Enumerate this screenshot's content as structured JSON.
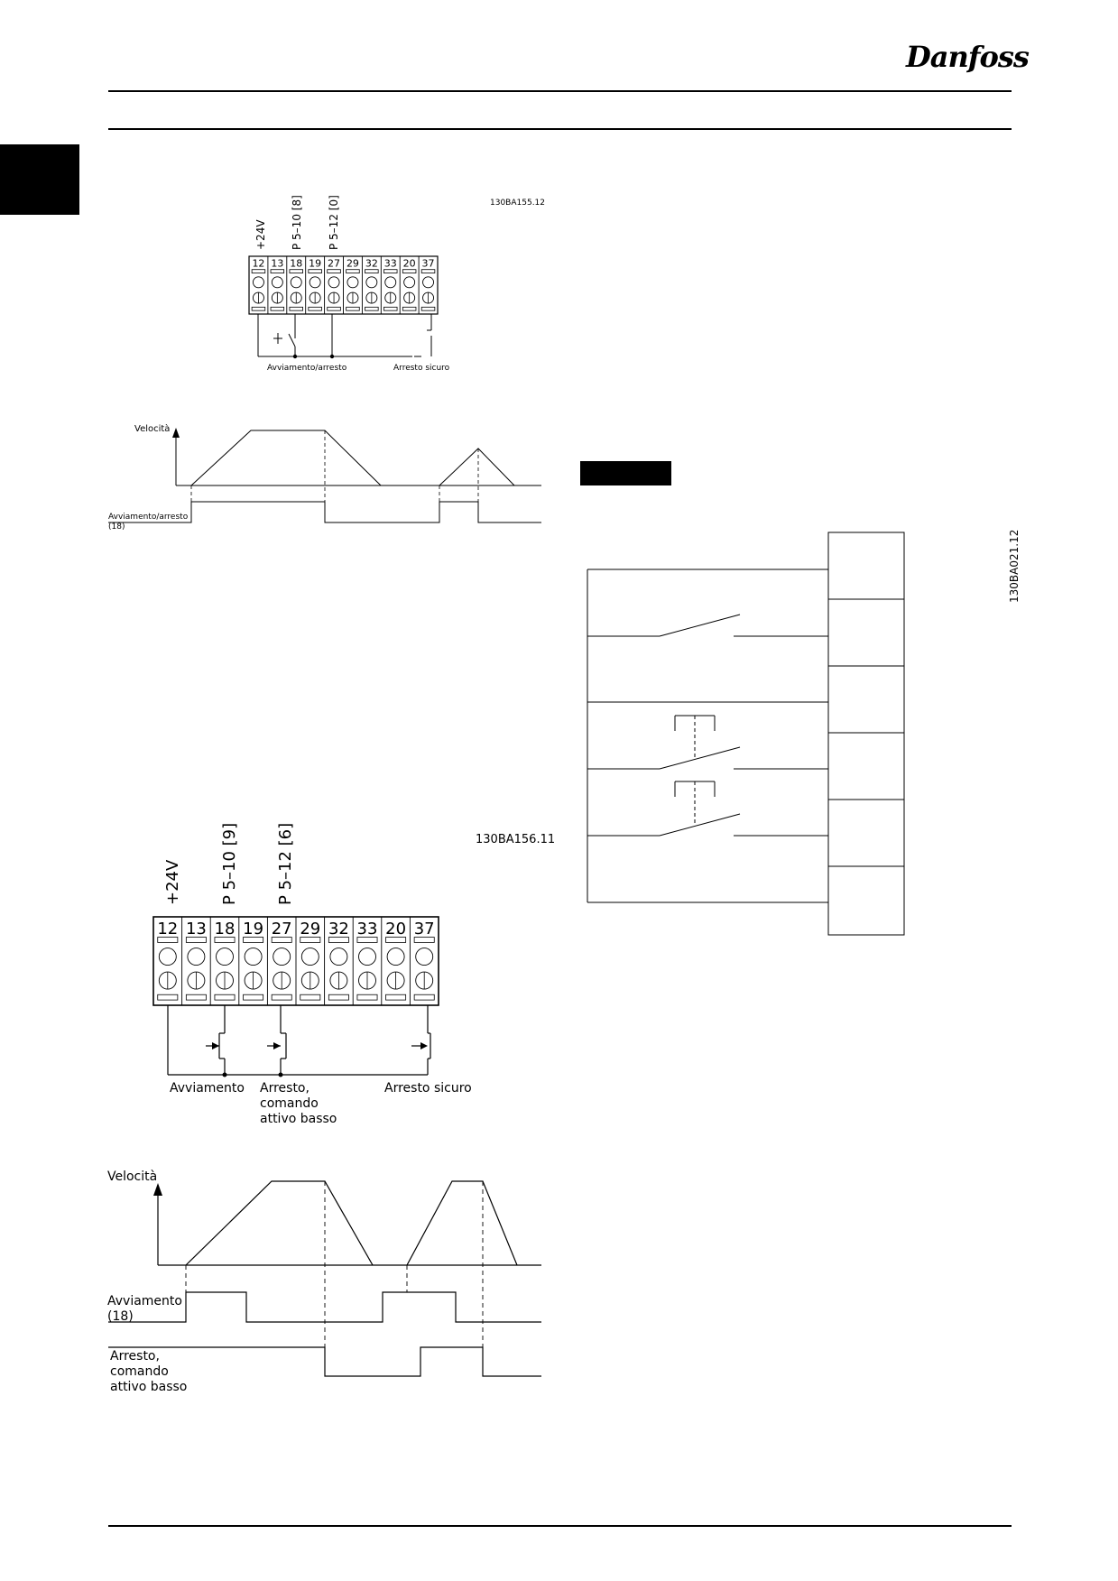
{
  "header": {
    "logo_text": "Danfoss"
  },
  "diagram_top": {
    "code": "130BA155.12",
    "labels": {
      "v24": "+24V",
      "p510": "P 5–10 [8]",
      "p512": "P 5–12 [0]"
    },
    "terminals": [
      "12",
      "13",
      "18",
      "19",
      "27",
      "29",
      "32",
      "33",
      "20",
      "37"
    ],
    "caption_left": "Avviamento/arresto",
    "caption_right": "Arresto sicuro"
  },
  "timing_top": {
    "speed_label": "Velocità",
    "signal_label": "Avviamento/arresto",
    "signal_sub": "(18)"
  },
  "diagram_bottom": {
    "code": "130BA156.11",
    "labels": {
      "v24": "+24V",
      "p510": "P 5–10 [9]",
      "p512": "P 5–12 [6]"
    },
    "terminals": [
      "12",
      "13",
      "18",
      "19",
      "27",
      "29",
      "32",
      "33",
      "20",
      "37"
    ],
    "caption_left": "Avviamento",
    "caption_mid_1": "Arresto,",
    "caption_mid_2": "comando",
    "caption_mid_3": "attivo basso",
    "caption_right": "Arresto sicuro"
  },
  "timing_bottom": {
    "speed_label": "Velocità",
    "start_label": "Avviamento",
    "start_sub": "(18)",
    "stop_label_1": "Arresto,",
    "stop_label_2": "comando",
    "stop_label_3": "attivo basso"
  },
  "right_diagram": {
    "code": "130BA021.12"
  }
}
